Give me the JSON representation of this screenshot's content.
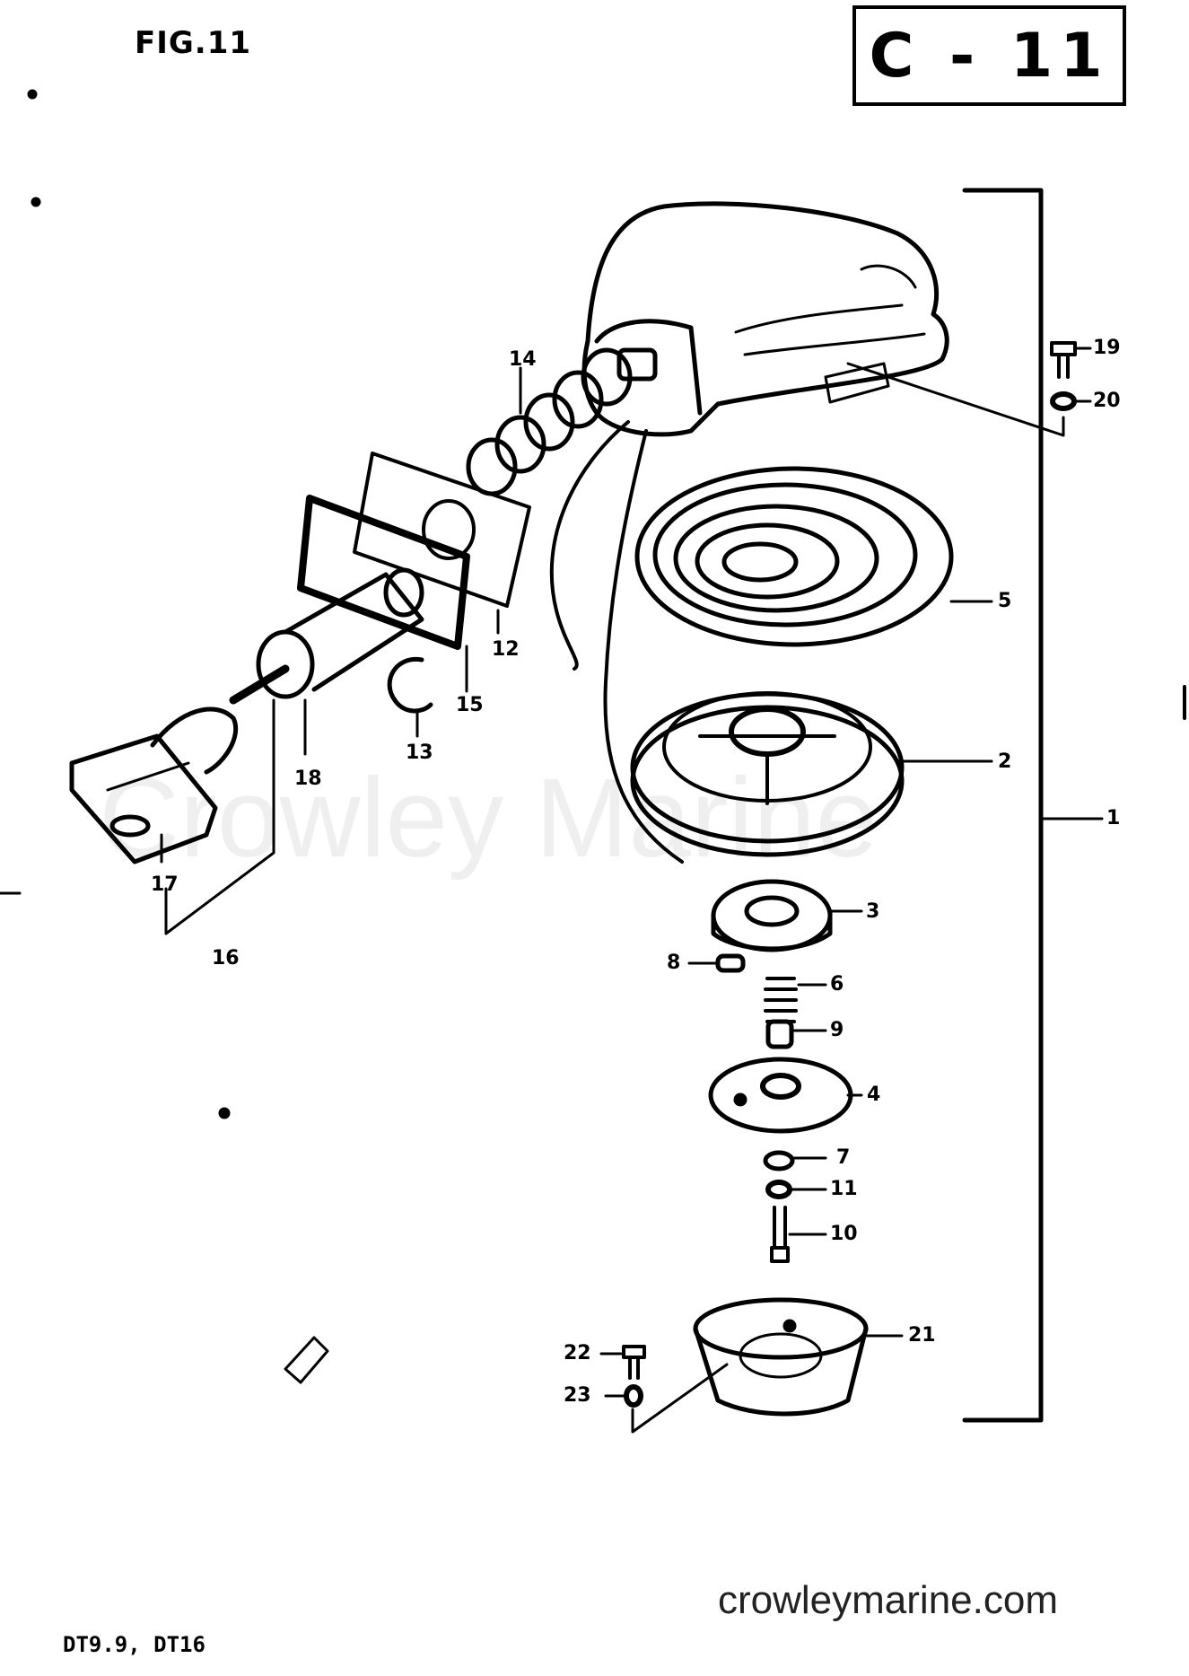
{
  "figure": {
    "title": "FIG.11",
    "code": "C - 11",
    "models": "DT9.9, DT16",
    "watermark": "Crowley Marine",
    "website": "crowleymarine.com"
  },
  "callouts": [
    "1",
    "2",
    "3",
    "4",
    "5",
    "6",
    "7",
    "8",
    "9",
    "10",
    "11",
    "12",
    "13",
    "14",
    "15",
    "16",
    "17",
    "18",
    "19",
    "20",
    "21",
    "22",
    "23"
  ]
}
